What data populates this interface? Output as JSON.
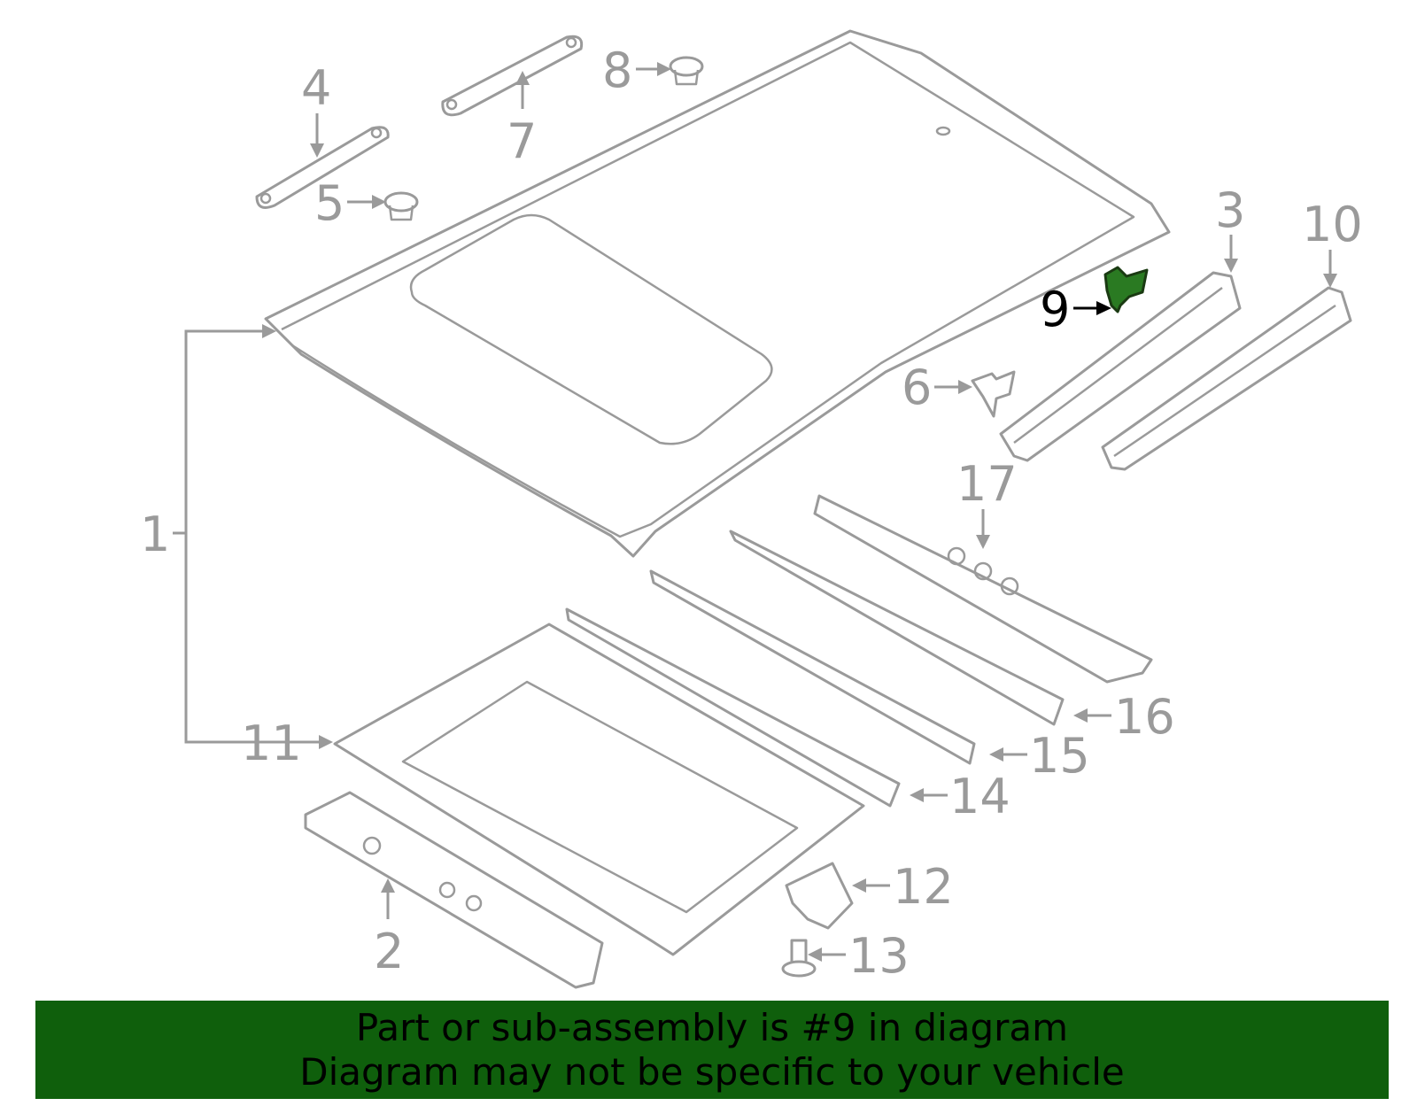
{
  "diagram": {
    "highlighted_part": "9",
    "highlight_color": "#2a7a22",
    "line_color": "#9a9a9a",
    "callouts": {
      "c1": "1",
      "c2": "2",
      "c3": "3",
      "c4": "4",
      "c5": "5",
      "c6": "6",
      "c7": "7",
      "c8": "8",
      "c9": "9",
      "c10": "10",
      "c11": "11",
      "c12": "12",
      "c13": "13",
      "c14": "14",
      "c15": "15",
      "c16": "16",
      "c17": "17"
    }
  },
  "banner": {
    "line1": "Part or sub-assembly is #9 in diagram",
    "line2": "Diagram may not be specific to your vehicle",
    "background": "#0f5f0c"
  }
}
